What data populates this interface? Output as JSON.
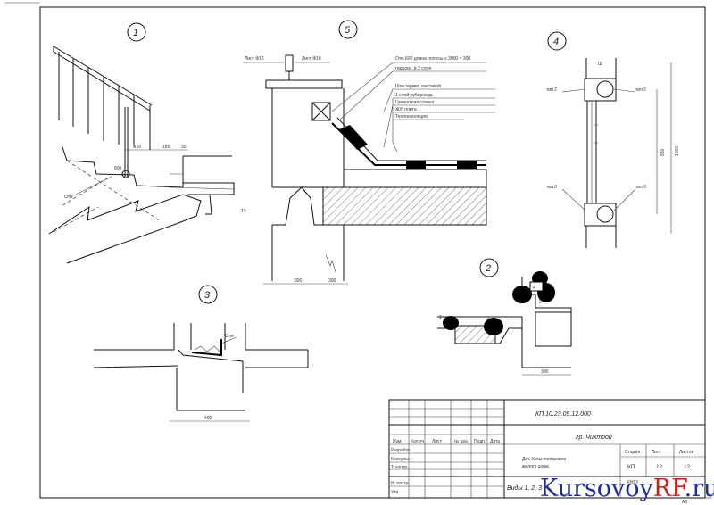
{
  "views": [
    {
      "id": "1",
      "label": "1"
    },
    {
      "id": "2",
      "label": "2"
    },
    {
      "id": "3",
      "label": "3"
    },
    {
      "id": "4",
      "label": "4"
    },
    {
      "id": "5",
      "label": "5"
    }
  ],
  "view1": {
    "dims": [
      "150",
      "185",
      "35"
    ],
    "tags": [
      "Отм",
      "800"
    ]
  },
  "view2": {
    "tags": [
      "4",
      "1",
      "2",
      "5"
    ],
    "dim": "300"
  },
  "view3": {
    "dim": "400",
    "tags": [
      "Отм"
    ]
  },
  "view4": {
    "dims": [
      "Ш",
      "1000",
      "850"
    ],
    "callouts": [
      "тип 2",
      "тип 2",
      "тип 3",
      "тип 3"
    ]
  },
  "view5": {
    "top_labels": [
      "Лист Ф16",
      "Лист Ф18"
    ],
    "leaders": [
      "Отм.600 длина полосы ≤ 3000 × 300",
      "гидроиз. в 2 слоя",
      "Шов гермет. мастикой",
      "1 слой рубероида",
      "Цементная стяжка",
      "Ж/б плита",
      "Теплоизоляция"
    ],
    "dims": [
      "300",
      "300"
    ],
    "side_tag": "Т4"
  },
  "title_block": {
    "code": "КП 10.23.05.12.000",
    "author": "гр. Чихтрой",
    "description": [
      "Дет. Узлы пол/кровли",
      "жилого дома"
    ],
    "views_label": "Виды 1, 2, 3",
    "headers": [
      "Стадия",
      "Лист",
      "Листов"
    ],
    "values": [
      "КП",
      "12",
      "12"
    ],
    "left_rows": [
      "Разработ.",
      "Консульт.",
      "Т. контр.",
      "Н. контр.",
      "Утв."
    ],
    "col_headers": [
      "Изм.",
      "Кол.уч",
      "Лист",
      "№ док.",
      "Подп.",
      "Дата"
    ],
    "org": "КНГУ",
    "format": "А3"
  },
  "watermark": {
    "main": "Kursovoy",
    "accent": "RF",
    "suffix": ".ru"
  }
}
